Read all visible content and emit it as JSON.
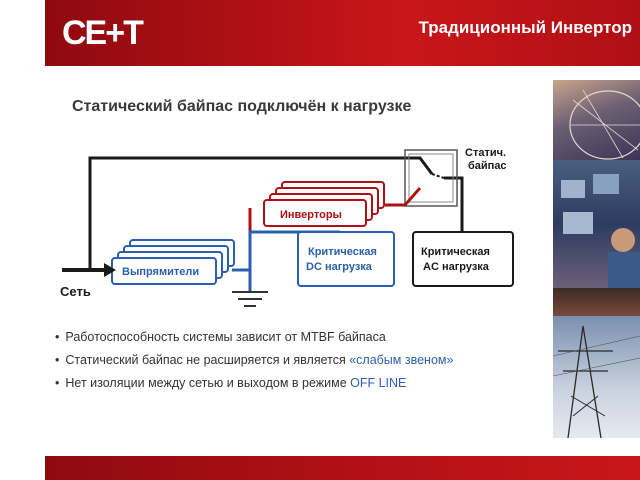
{
  "header": {
    "logo": "CE+T",
    "title": "Традиционный Инвертор"
  },
  "slide": {
    "title": "Статический байпас подключён к нагрузке"
  },
  "diagram": {
    "static_bypass_line1": "Статич.",
    "static_bypass_line2": "байпас",
    "inverters": "Инверторы",
    "rectifiers": "Выпрямители",
    "dc_load_line1": "Критическая",
    "dc_load_line2": "DC нагрузка",
    "ac_load_line1": "Критическая",
    "ac_load_line2": "AC нагрузка",
    "mains": "Сеть"
  },
  "bullets": {
    "b1": "Работоспособность системы зависит от MTBF байпаса",
    "b2_text": "Статический байпас не расширяется и является ",
    "b2_highlight": "«слабым звеном»",
    "b3_text": "Нет изоляции между сетью и выходом в режиме ",
    "b3_highlight": "OFF LINE"
  },
  "colors": {
    "brand_red": "#b01015",
    "blue": "#2a5fb0",
    "black": "#1a1a1a"
  }
}
